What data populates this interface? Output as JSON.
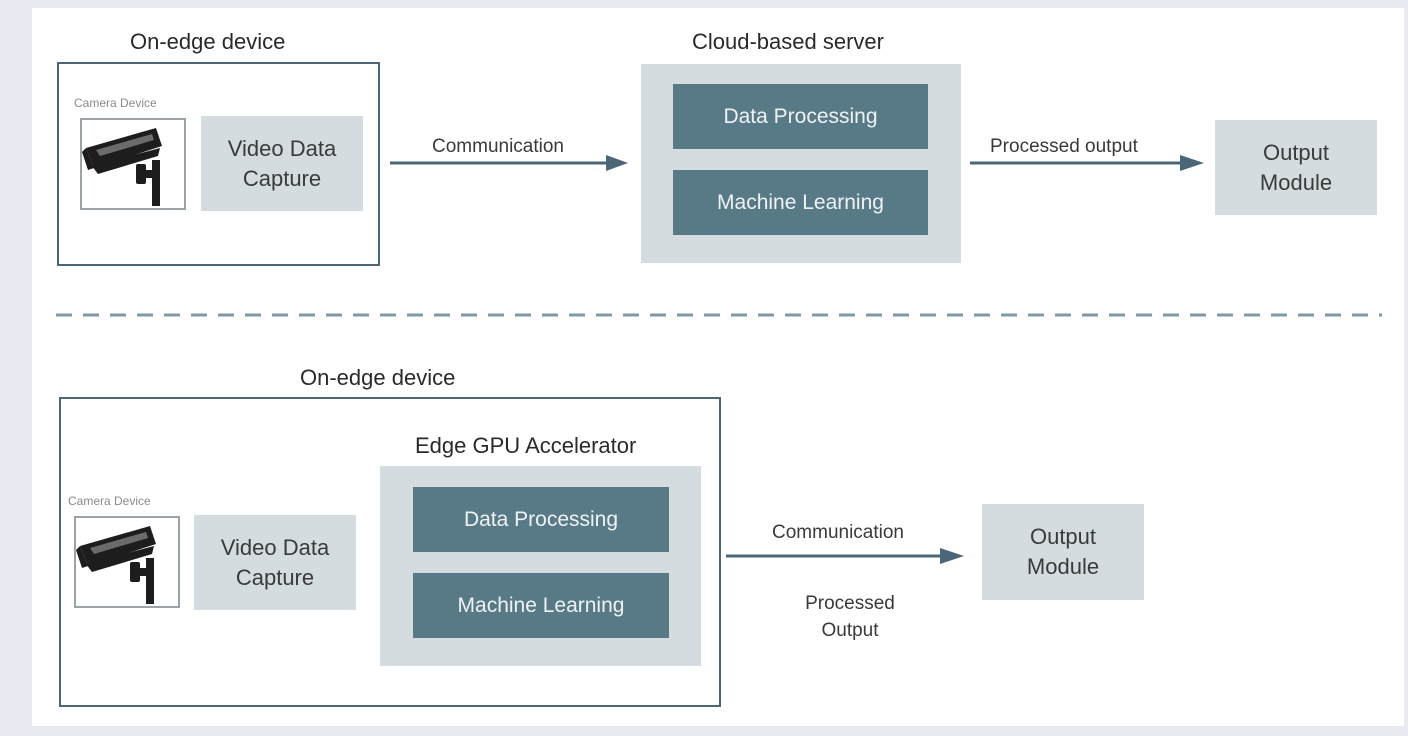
{
  "top": {
    "edge_title": "On-edge device",
    "camera_caption": "Camera Device",
    "video_capture": "Video Data\nCapture",
    "communication_label": "Communication",
    "cloud_title": "Cloud-based server",
    "data_processing": "Data Processing",
    "machine_learning": "Machine Learning",
    "processed_output_label": "Processed output",
    "output_module": "Output\nModule"
  },
  "bottom": {
    "edge_title": "On-edge device",
    "camera_caption": "Camera Device",
    "video_capture": "Video Data\nCapture",
    "gpu_title": "Edge GPU Accelerator",
    "data_processing": "Data Processing",
    "machine_learning": "Machine Learning",
    "communication_label": "Communication",
    "processed_output_label": "Processed\nOutput",
    "output_module": "Output\nModule"
  },
  "colors": {
    "accent_dark": "#587a86",
    "container_light": "#d5dcdf",
    "outline": "#4b6676",
    "divider": "#7f9aa5"
  },
  "icons": {
    "camera": "security-camera-icon",
    "arrow": "right-arrow-icon"
  }
}
